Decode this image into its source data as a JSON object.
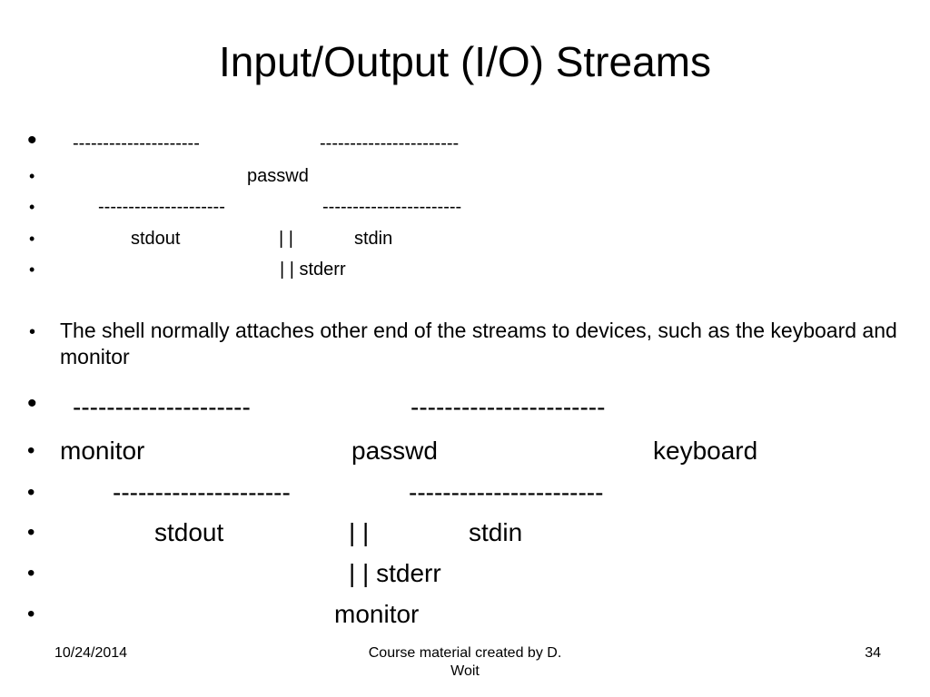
{
  "title": "Input/Output (I/O) Streams",
  "bullet_char": "•",
  "diagram1": {
    "line1": {
      "left_dashes": "---------------------",
      "right_dashes": "-----------------------"
    },
    "line2": {
      "center": "passwd"
    },
    "line3": {
      "left_dashes": "---------------------",
      "right_dashes": "-----------------------"
    },
    "line4": {
      "left": "stdout",
      "pipes": "|  |",
      "right": "stdin"
    },
    "line5": {
      "text": "|  | stderr"
    }
  },
  "paragraph": "The shell normally attaches other end of the streams to devices,  such as the keyboard and monitor",
  "diagram2": {
    "line1": {
      "left_dashes": "---------------------",
      "right_dashes": "-----------------------"
    },
    "line2": {
      "left": "monitor",
      "center": "passwd",
      "right": "keyboard"
    },
    "line3": {
      "left_dashes": "---------------------",
      "right_dashes": "-----------------------"
    },
    "line4": {
      "left": "stdout",
      "pipes": "|  |",
      "right": "stdin"
    },
    "line5": {
      "text": "|  | stderr"
    },
    "line6": {
      "center": "monitor"
    }
  },
  "footer": {
    "date": "10/24/2014",
    "credit_line1": "Course material created by D.",
    "credit_line2": "Woit",
    "page_number": "34"
  }
}
